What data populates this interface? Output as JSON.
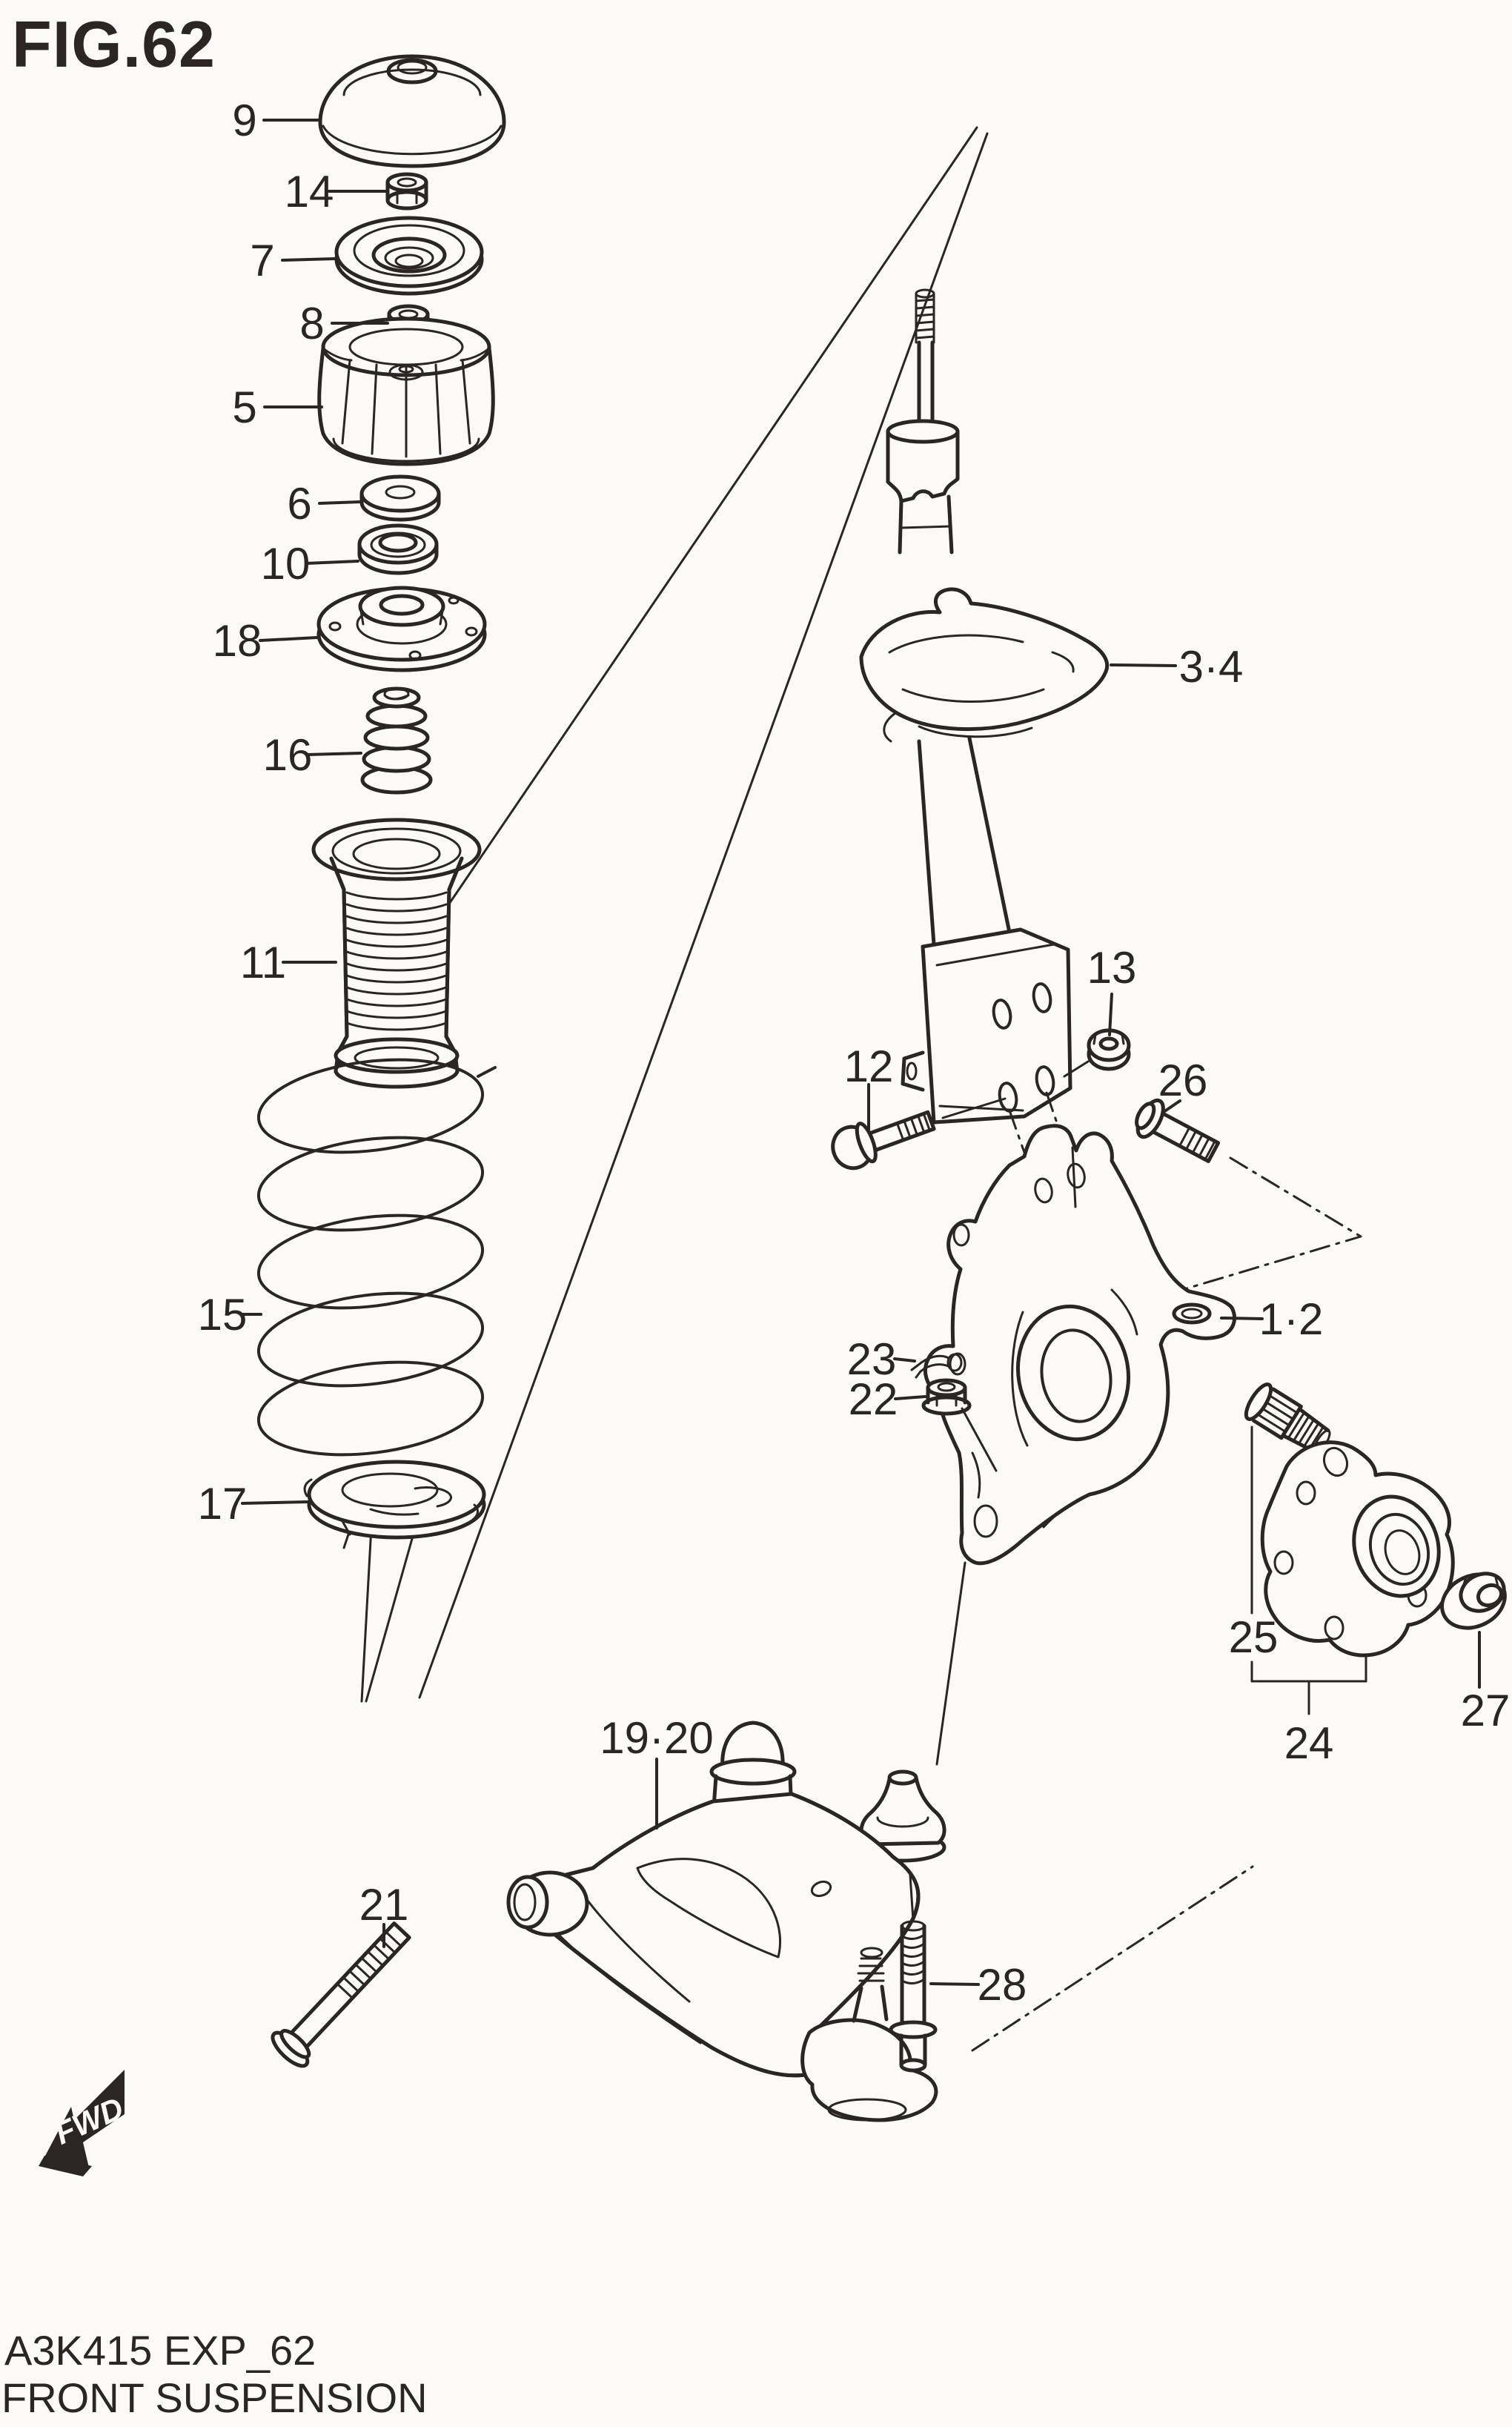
{
  "figure": {
    "title": "FIG.62",
    "code": "A3K415 EXP_62",
    "caption": "FRONT SUSPENSION"
  },
  "fwd_badge": {
    "text": "FWD"
  },
  "colors": {
    "ink": "#2b2523",
    "background": "#fbfaf8"
  },
  "part_labels": [
    {
      "ref": "9",
      "text": "9"
    },
    {
      "ref": "14",
      "text": "14"
    },
    {
      "ref": "7",
      "text": "7"
    },
    {
      "ref": "8",
      "text": "8"
    },
    {
      "ref": "5",
      "text": "5"
    },
    {
      "ref": "6",
      "text": "6"
    },
    {
      "ref": "10",
      "text": "10"
    },
    {
      "ref": "18",
      "text": "18"
    },
    {
      "ref": "16",
      "text": "16"
    },
    {
      "ref": "11",
      "text": "11"
    },
    {
      "ref": "15",
      "text": "15"
    },
    {
      "ref": "17",
      "text": "17"
    },
    {
      "ref": "3-4",
      "text": "3·4"
    },
    {
      "ref": "13",
      "text": "13"
    },
    {
      "ref": "12",
      "text": "12"
    },
    {
      "ref": "26",
      "text": "26"
    },
    {
      "ref": "1-2",
      "text": "1·2"
    },
    {
      "ref": "23",
      "text": "23"
    },
    {
      "ref": "22",
      "text": "22"
    },
    {
      "ref": "25",
      "text": "25"
    },
    {
      "ref": "24",
      "text": "24"
    },
    {
      "ref": "27",
      "text": "27"
    },
    {
      "ref": "19-20",
      "text": "19·20"
    },
    {
      "ref": "21",
      "text": "21"
    },
    {
      "ref": "28",
      "text": "28"
    }
  ]
}
